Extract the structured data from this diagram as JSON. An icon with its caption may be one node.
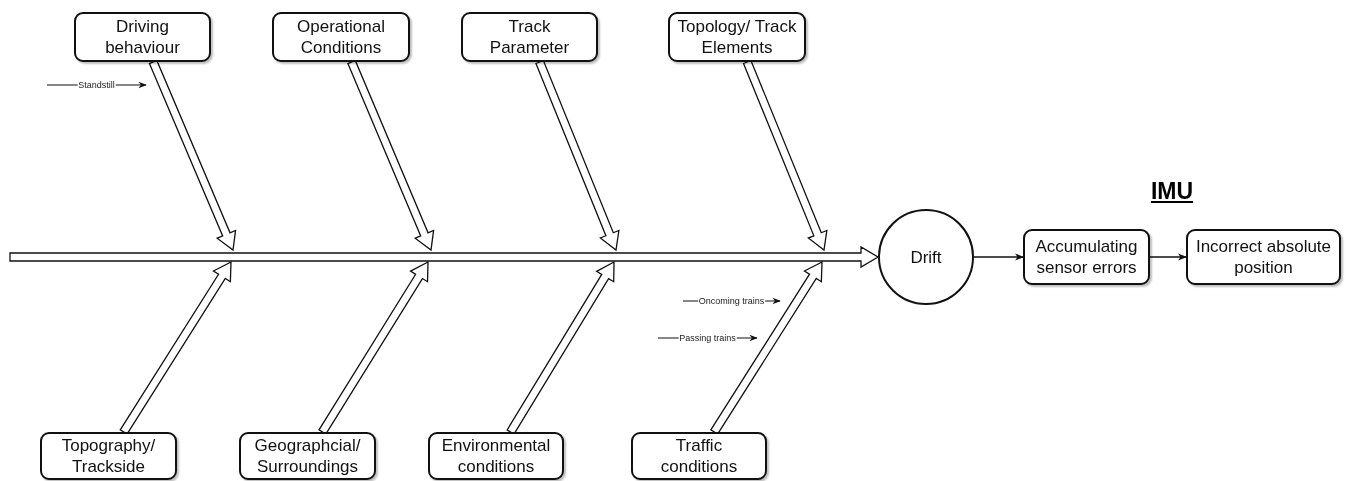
{
  "diagram": {
    "title": "IMU",
    "nodes": [
      {
        "text": [
          "Driving behaviour"
        ]
      },
      {
        "text": [
          "Operational Conditions"
        ]
      },
      {
        "text": [
          "Track Parameter"
        ]
      },
      {
        "text": [
          "Topology/ Track Elements"
        ]
      },
      {
        "text": [
          "Drift"
        ]
      },
      {
        "text": [
          "Accumulating sensor errors"
        ]
      },
      {
        "text": [
          "Incorrect absolute position"
        ]
      },
      {
        "text": [
          "Topography/ Trackside"
        ]
      },
      {
        "text": [
          "Geographcial/ Surroundings"
        ]
      },
      {
        "text": [
          "Environmental conditions"
        ]
      },
      {
        "text": [
          "Traffic conditions"
        ]
      }
    ],
    "edges": [
      {
        "from": null,
        "to": 4,
        "arrow": "to",
        "style": "thick"
      },
      {
        "from": 0,
        "to": null,
        "arrow": "to",
        "style": "thick"
      },
      {
        "from": 1,
        "to": null,
        "arrow": "to",
        "style": "thick"
      },
      {
        "from": 2,
        "to": null,
        "arrow": "to",
        "style": "thick"
      },
      {
        "from": 3,
        "to": null,
        "arrow": "to",
        "style": "thick"
      },
      {
        "from": 7,
        "to": null,
        "arrow": "to",
        "style": "thick"
      },
      {
        "from": 8,
        "to": null,
        "arrow": "to",
        "style": "thick"
      },
      {
        "from": 9,
        "to": null,
        "arrow": "to",
        "style": "thick"
      },
      {
        "from": 10,
        "to": null,
        "arrow": "to",
        "style": "thick"
      },
      {
        "from": 4,
        "to": 5,
        "arrow": "to"
      },
      {
        "from": 5,
        "to": 6,
        "arrow": "to"
      }
    ],
    "labels": [
      "Standstill",
      "Oncoming trains",
      "Passing trains"
    ]
  }
}
